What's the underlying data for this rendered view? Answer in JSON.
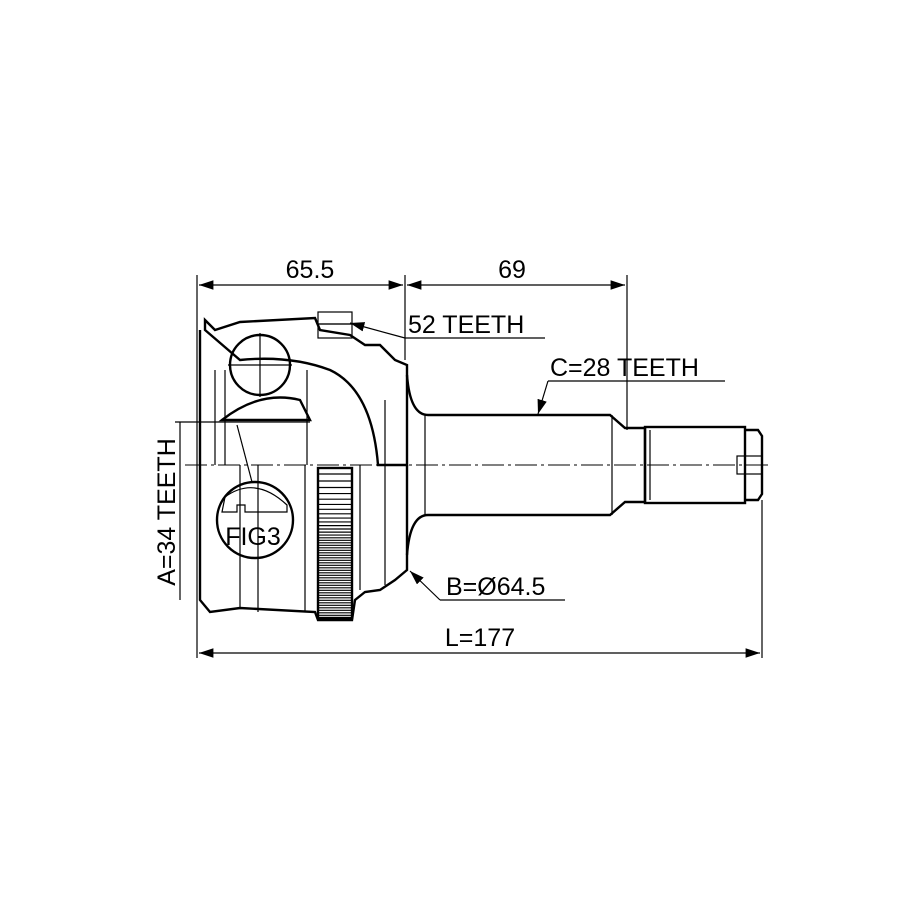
{
  "drawing": {
    "dimension_top_left": "65.5",
    "dimension_top_right": "69",
    "outer_teeth_label": "52 TEETH",
    "shaft_teeth_label": "C=28 TEETH",
    "inner_teeth_label": "A=34 TEETH",
    "diameter_label": "B=Ø64.5",
    "length_label": "L=177",
    "detail_label": "FIG3"
  },
  "colors": {
    "line": "#000000",
    "background": "#ffffff"
  }
}
